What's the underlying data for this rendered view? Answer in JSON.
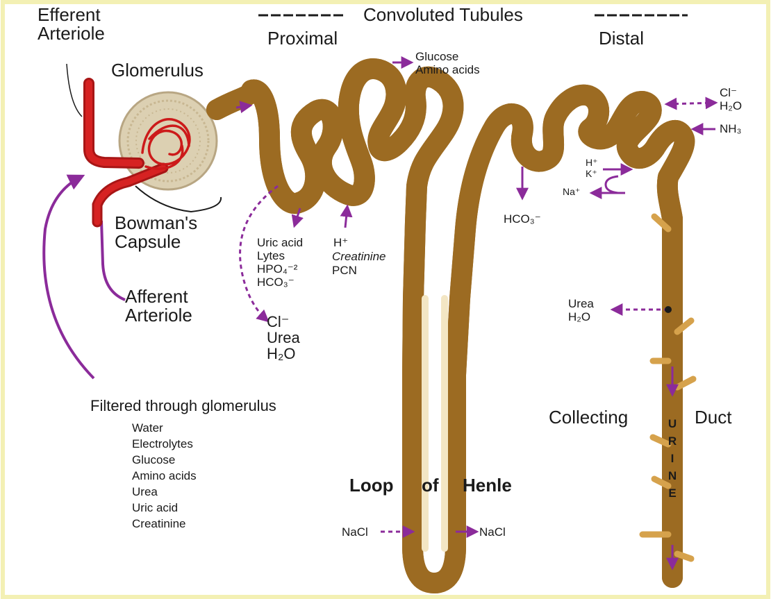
{
  "colors": {
    "tubule": "#d6a24c",
    "tubule_edge": "#9c6b22",
    "arrow": "#8b2b9a",
    "vessel": "#c81e1e",
    "capsule": "#d8cbb0",
    "frame": "#f3f0b4"
  },
  "labels": {
    "efferent": [
      "Efferent",
      "Arteriole"
    ],
    "glomerulus": "Glomerulus",
    "bowman": [
      "Bowman's",
      "Capsule"
    ],
    "afferent": [
      "Afferent",
      "Arteriole"
    ],
    "convoluted": "Convoluted Tubules",
    "proximal": "Proximal",
    "distal": "Distal",
    "glucose": [
      "Glucose",
      "Amino acids"
    ],
    "prox_secreted": [
      "Uric acid",
      "Lytes",
      "HPO₄⁻²",
      "HCO₃⁻"
    ],
    "prox_h": "H⁺",
    "prox_creat": "Creatinine",
    "prox_pcn": "PCN",
    "prox_reabs": [
      "Cl⁻",
      "Urea",
      "H₂O"
    ],
    "hco3_distal": "HCO₃⁻",
    "distal_cl_h2o": [
      "Cl⁻",
      "H₂O"
    ],
    "nh3": "NH₃",
    "hk": [
      "H⁺",
      "K⁺"
    ],
    "na": "Na⁺",
    "urea_h2o": [
      "Urea",
      "H₂O"
    ],
    "collecting": "Collecting",
    "duct": "Duct",
    "urine_letters": [
      "U",
      "R",
      "I",
      "N",
      "E"
    ],
    "loop": "Loop",
    "of": "of",
    "henle": "Henle",
    "nacl_left": "NaCl",
    "nacl_right": "NaCl",
    "filtered_title": "Filtered through glomerulus",
    "filtered_items": [
      "Water",
      "Electrolytes",
      "Glucose",
      "Amino acids",
      "Urea",
      "Uric acid",
      "Creatinine"
    ]
  }
}
